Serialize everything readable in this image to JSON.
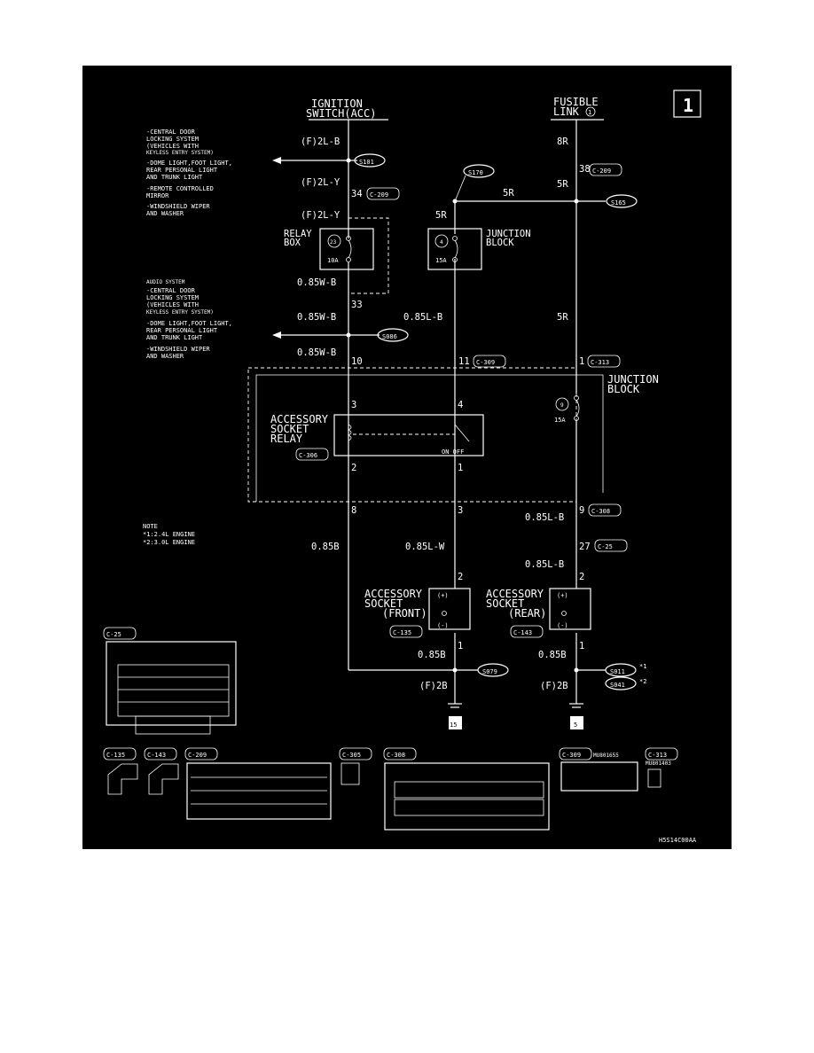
{
  "page_number": "1",
  "figure_code": "H5S14C00AA",
  "sources": {
    "ignition": [
      "IGNITION",
      "SWITCH(ACC)"
    ],
    "fusible": [
      "FUSIBLE",
      "LINK"
    ],
    "fusible_num": "1"
  },
  "wires": {
    "w1": "(F)2L-B",
    "w2": "(F)2L-Y",
    "w3": "(F)2L-Y",
    "w4": "0.85W-B",
    "w5": "0.85W-B",
    "w6": "0.85W-B",
    "w7": "0.85B",
    "w8": "0.85L-B",
    "w9": "0.85L-W",
    "w10": "8R",
    "w11": "5R",
    "w12": "5R",
    "w13": "5R",
    "w14": "5R",
    "w15": "0.85L-B",
    "w16": "0.85L-B",
    "w17": "0.85B",
    "w18": "0.85B",
    "w19": "(F)2B",
    "w20": "(F)2B"
  },
  "pins": {
    "p34": "34",
    "p33": "33",
    "p10": "10",
    "p11": "11",
    "p1a": "1",
    "p3a": "3",
    "p4": "4",
    "p2a": "2",
    "p1b": "1",
    "p8": "8",
    "p3b": "3",
    "p9": "9",
    "p27": "27",
    "p2b": "2",
    "p2c": "2",
    "p1c": "1",
    "p1d": "1",
    "p38": "38"
  },
  "connectors": {
    "c209": "C-209",
    "c309": "C-309",
    "c313": "C-313",
    "c306": "C-306",
    "c308": "C-308",
    "c25": "C-25",
    "c135": "C-135",
    "c143": "C-143",
    "c305": "C-305"
  },
  "splices": {
    "s101": "S101",
    "s170": "S170",
    "s165": "S165",
    "s086": "S086",
    "s079": "S079",
    "s011": "S011",
    "s041": "S041",
    "m1": "*1",
    "m2": "*2"
  },
  "components": {
    "relay_box": [
      "RELAY",
      "BOX"
    ],
    "junction_top": [
      "JUNCTION",
      "BLOCK"
    ],
    "junction_mid": [
      "JUNCTION",
      "BLOCK"
    ],
    "fuse23_num": "23",
    "fuse23_amp": "10A",
    "fuse4_num": "4",
    "fuse4_amp": "15A",
    "fuse9_num": "9",
    "fuse9_amp": "15A",
    "relay": [
      "ACCESSORY",
      "SOCKET",
      "RELAY"
    ],
    "relay_state": "ON  OFF",
    "socket_front": [
      "ACCESSORY",
      "SOCKET",
      "(FRONT)"
    ],
    "socket_rear": [
      "ACCESSORY",
      "SOCKET",
      "(REAR)"
    ],
    "plus": "(+)",
    "minus": "(-)",
    "ground_left": "15",
    "ground_right": "5"
  },
  "notes_top": [
    "-CENTRAL DOOR",
    " LOCKING SYSTEM",
    " (VEHICLES WITH",
    "  KEYLESS ENTRY SYSTEM)",
    "-DOME LIGHT,FOOT LIGHT,",
    " REAR PERSONAL LIGHT",
    " AND TRUNK LIGHT",
    "-REMOTE CONTROLLED",
    " MIRROR",
    "-WINDSHIELD WIPER",
    " AND WASHER"
  ],
  "notes_mid": [
    " AUDIO SYSTEM",
    "-CENTRAL DOOR",
    " LOCKING SYSTEM",
    " (VEHICLES WITH",
    "  KEYLESS ENTRY SYSTEM)",
    "-DOME LIGHT,FOOT LIGHT,",
    " REAR PERSONAL LIGHT",
    " AND TRUNK LIGHT",
    "-WINDSHIELD WIPER",
    " AND WASHER"
  ],
  "note": [
    "NOTE",
    "*1:2.4L ENGINE",
    "*2:3.0L ENGINE"
  ],
  "part_codes": {
    "c309": "MU801655",
    "c313": "MU801403"
  }
}
